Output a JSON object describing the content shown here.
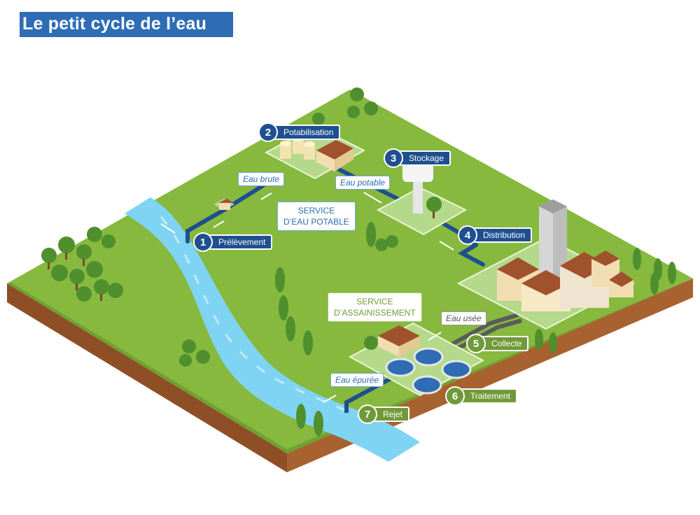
{
  "title": "Le petit cycle de l’eau",
  "services": {
    "potable": {
      "line1": "SERVICE",
      "line2": "D’EAU POTABLE"
    },
    "assainissement": {
      "line1": "SERVICE",
      "line2": "D’ASSAINISSEMENT"
    }
  },
  "steps": [
    {
      "number": "1",
      "label": "Prélèvement",
      "color": "#1f4f8f"
    },
    {
      "number": "2",
      "label": "Potabilisation",
      "color": "#1f4f8f"
    },
    {
      "number": "3",
      "label": "Stockage",
      "color": "#1f4f8f"
    },
    {
      "number": "4",
      "label": "Distribution",
      "color": "#1f4f8f"
    },
    {
      "number": "5",
      "label": "Collecte",
      "color": "#6f9a3a"
    },
    {
      "number": "6",
      "label": "Traitement",
      "color": "#6f9a3a"
    },
    {
      "number": "7",
      "label": "Rejet",
      "color": "#6f9a3a"
    }
  ],
  "flows": {
    "eau_brute": "Eau brute",
    "eau_potable": "Eau potable",
    "eau_usee": "Eau usée",
    "eau_epuree": "Eau épurée"
  },
  "colors": {
    "grass": "#86b93e",
    "soil": "#9b5a2e",
    "river": "#7fd4f4",
    "title_bg": "#2e6db3"
  }
}
